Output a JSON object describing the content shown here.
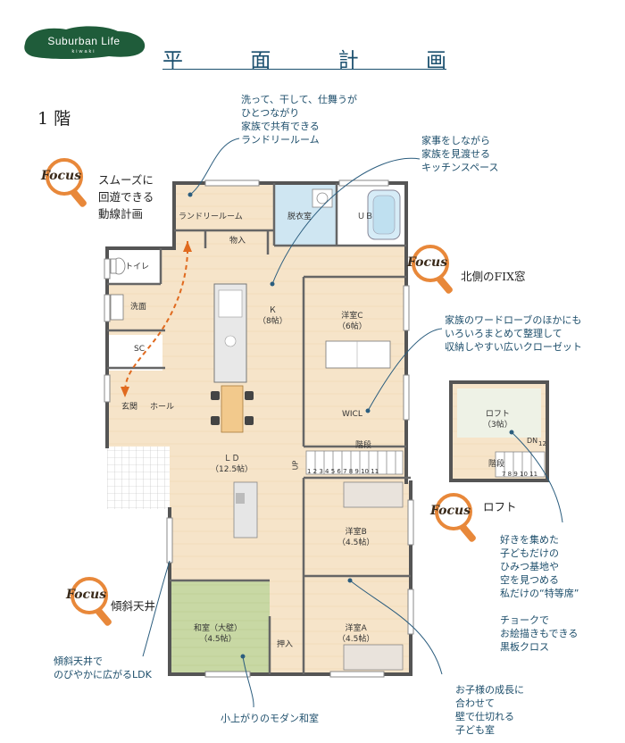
{
  "brand": {
    "name": "Suburban Life",
    "sub": "kiwaki",
    "color": "#1f5c3a"
  },
  "header": {
    "title_chars": [
      "平",
      "面",
      "計",
      "画"
    ]
  },
  "floor_label": "1 階",
  "focus_word": "Focus",
  "rooms": {
    "laundry": "ランドリールーム",
    "dressing": "脱衣室",
    "ub": "ＵＢ",
    "storage": "物入",
    "toilet": "トイレ",
    "washroom": "洗面",
    "sc": "SC",
    "entrance": "玄関",
    "hall": "ホール",
    "kitchen": "Ｋ\n（8帖）",
    "western_c": "洋室C\n（6帖）",
    "wicl": "WICL",
    "ld": "ＬＤ\n（12.5帖）",
    "stairs": "階段",
    "stair_numbers": "1 2 3 4 5 6 7 8 9 10 11",
    "up": "UP",
    "western_b": "洋室B\n（4.5帖）",
    "western_a": "洋室A\n（4.5帖）",
    "japanese": "和室（大壁）\n（4.5帖）",
    "closet": "押入",
    "loft": "ロフト\n（3帖）",
    "loft_stairs": "階段",
    "loft_stair_numbers": "7 8 9 10 11",
    "dn": "DN",
    "dn_num": "12"
  },
  "notes": {
    "laundry": "洗って、干して、仕舞うが\nひとつながり\n家族で共有できる\nランドリールーム",
    "kitchen": "家事をしながら\n家族を見渡せる\nキッチンスペース",
    "circulation": "スムーズに\n回遊できる\n動線計画",
    "fix_window": "北側のFIX窓",
    "wardrobe": "家族のワードローブのほかにも\nいろいろまとめて整理して\n収納しやすい広いクローゼット",
    "loft_label": "ロフト",
    "loft_desc": "好きを集めた\n子どもだけの\nひみつ基地や\n空を見つめる\n私だけの“特等席”\n\nチョークで\nお絵描きもできる\n黒板クロス",
    "slope": "傾斜天井",
    "ldk": "傾斜天井で\nのびやかに広がるLDK",
    "japanese": "小上がりのモダン和室",
    "kids": "お子様の成長に\n合わせて\n壁で仕切れる\n子ども室"
  },
  "colors": {
    "note_text": "#1d4e6b",
    "focus_orange": "#e8883a",
    "floor_wood": "#f5e3c8",
    "tatami": "#c9d9a8",
    "ub_blue": "#cfe6f2",
    "arrow": "#e06a1f"
  }
}
